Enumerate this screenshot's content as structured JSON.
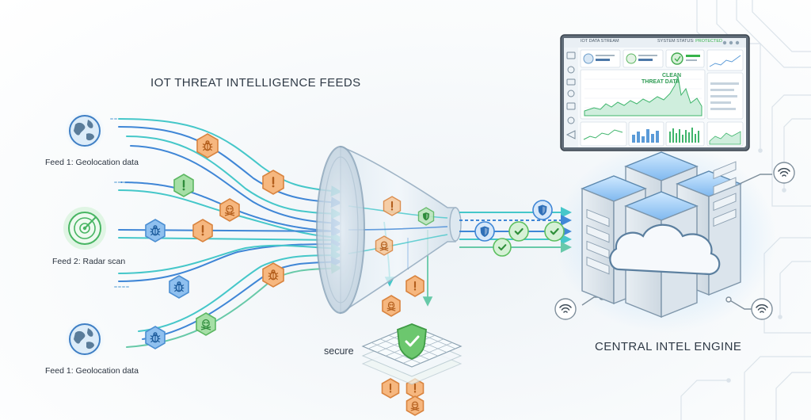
{
  "title": "IOT THREAT INTELLIGENCE FEEDS",
  "feeds": [
    {
      "label": "Feed 1: Geolocation data",
      "icon": "globe-icon"
    },
    {
      "label": "Feed 2: Radar scan",
      "icon": "radar-icon"
    },
    {
      "label": "Feed 1: Geolocation data",
      "icon": "globe-icon"
    }
  ],
  "secure_label": "secure",
  "engine_label": "CENTRAL INTEL ENGINE",
  "dashboard": {
    "header_left": "IOT DATA STREAM",
    "header_status_prefix": "SYSTEM STATUS: ",
    "header_status_value": "PROTECTED",
    "center_line1": "CLEAN",
    "center_line2": "THREAT DATA"
  },
  "colors": {
    "threat_orange": "#f2a05c",
    "threat_green": "#7cc77f",
    "threat_blue": "#5b9bd8",
    "stream_teal": "#45c7c9",
    "stream_blue": "#3f86d6",
    "check_green": "#5cbf5f",
    "status_green": "#37b34a"
  }
}
